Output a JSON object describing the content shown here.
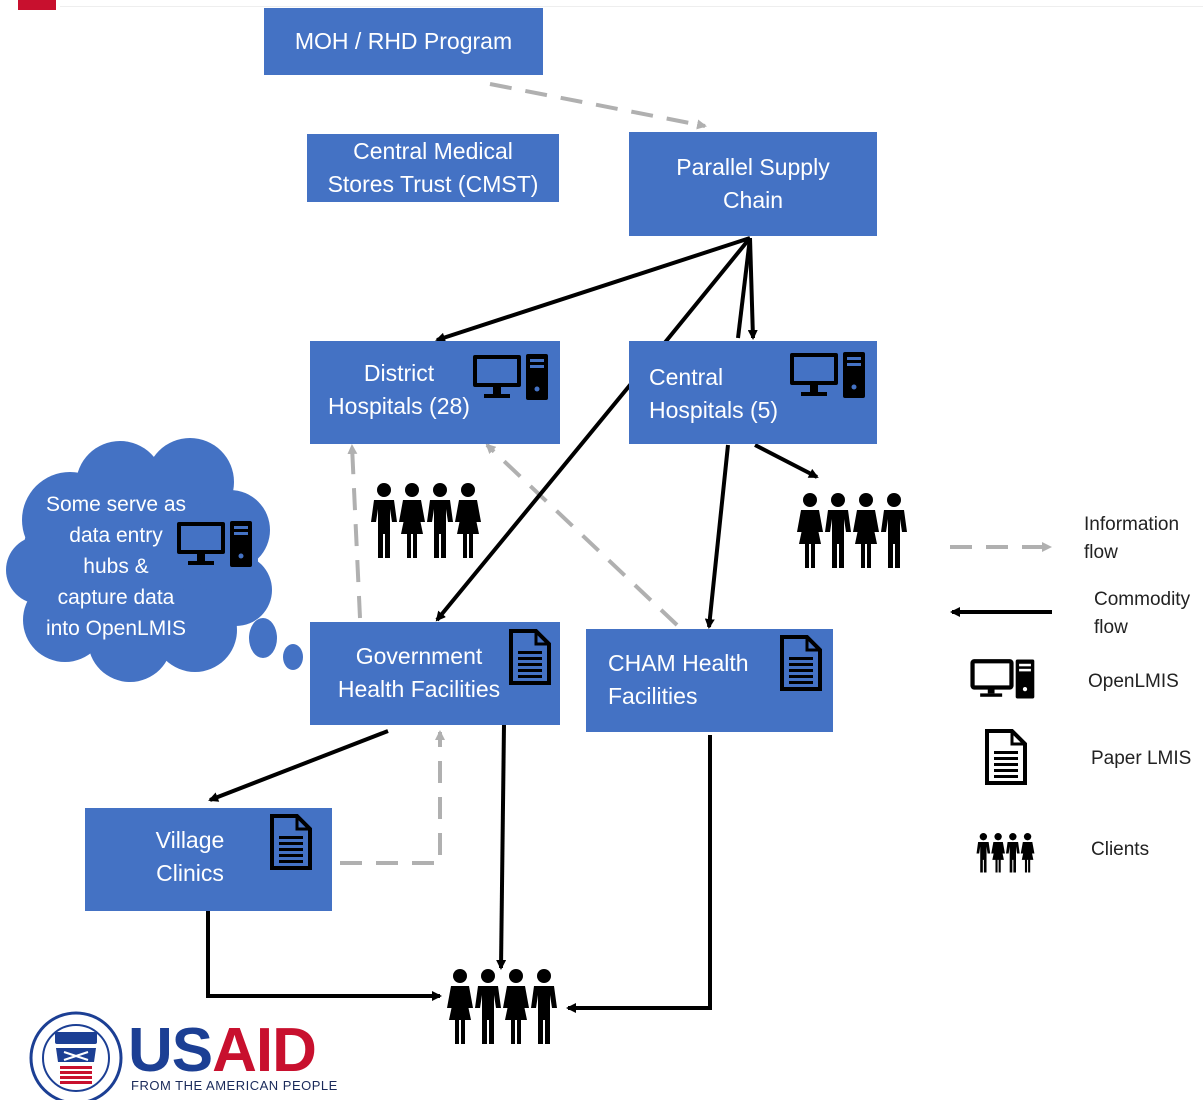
{
  "boxes": {
    "moh": "MOH / RHD Program",
    "cmst": "Central Medical\nStores Trust (CMST)",
    "parallel": "Parallel Supply\nChain",
    "district": "District\nHospitals (28)",
    "central": "Central\nHospitals (5)",
    "government": "Government\nHealth Facilities",
    "cham": "CHAM Health\nFacilities",
    "village": "Village\nClinics"
  },
  "cloud": {
    "text": "Some serve as\ndata entry\nhubs &\ncapture data\ninto OpenLMIS"
  },
  "legend": {
    "information_flow": "Information\nflow",
    "commodity_flow": "Commodity\nflow",
    "openlmis": "OpenLMIS",
    "paper_lmis": "Paper LMIS",
    "clients": "Clients"
  },
  "logo": {
    "us": "US",
    "aid": "AID",
    "tagline": "FROM THE AMERICAN PEOPLE"
  },
  "colors": {
    "box_fill": "#4472c4",
    "info_arrow": "#b0b0b0",
    "commodity_arrow": "#000000",
    "logo_blue": "#1c3f94",
    "logo_red": "#c8102e"
  }
}
